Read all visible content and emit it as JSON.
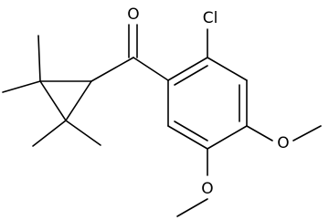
{
  "molecule": {
    "atom_labels": {
      "oxygen_carbonyl": "O",
      "chlorine": "Cl",
      "oxygen_methoxy_4": "O",
      "oxygen_methoxy_5": "O"
    },
    "colors": {
      "bond": "#000000",
      "text": "#000000",
      "background": "#ffffff"
    }
  }
}
